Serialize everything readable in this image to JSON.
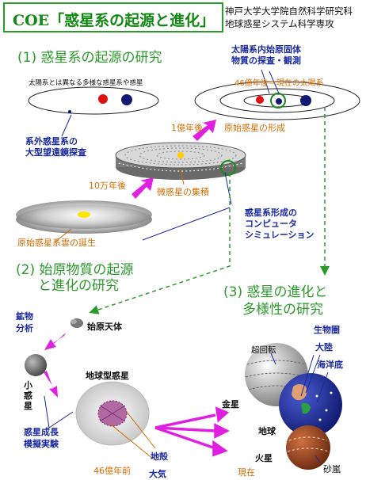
{
  "header": {
    "title": "COE「惑星系の起源と進化」",
    "affiliation_line1": "神戸大学大学院自然科学研究科",
    "affiliation_line2": "地球惑星システム科学専攻"
  },
  "section1": {
    "heading": "(1) 惑星系の起源の研究",
    "note_diverse": "太陽系とは異なる多様な惑星系や惑星",
    "label_survey": "太陽系内始原固体\n物質の探査・観測",
    "label_now": "46億年後＝現在の太陽系",
    "label_extrasolar": "系外惑星系の\n大型望遠鏡探査",
    "label_1oku": "1億年後",
    "label_protoplanet": "原始惑星の形成",
    "label_10man": "10万年後",
    "label_planetesimal": "微惑星の集積",
    "label_simulation": "惑星系形成の\nコンピュータ\nシミュレーション",
    "label_nebula": "原始惑星系雲の誕生"
  },
  "section2": {
    "heading_line1": "(2) 始原物質の起源",
    "heading_line2": "と進化の研究",
    "label_mineral": "鉱物\n分析",
    "label_primitive": "始原天体",
    "label_small_planet": "小\n惑\n星",
    "label_growth": "惑星成長\n模擬実験",
    "label_terrestrial": "地球型惑星",
    "label_crust": "地殻",
    "label_atmos": "大気",
    "label_46oku_before": "46億年前"
  },
  "section3": {
    "heading_line1": "(3) 惑星の進化と",
    "heading_line2": "多様性の研究",
    "label_superrot": "超回転",
    "label_biosphere": "生物圏",
    "label_continent": "大陸",
    "label_seafloor": "海洋底",
    "label_venus": "金星",
    "label_earth": "地球",
    "label_mars": "火星",
    "label_sandstorm": "砂嵐",
    "label_present": "現在"
  },
  "colors": {
    "green": "#1a8a1a",
    "navy": "#1a2aa0",
    "orange": "#d26a00",
    "magenta": "#e020e0"
  }
}
